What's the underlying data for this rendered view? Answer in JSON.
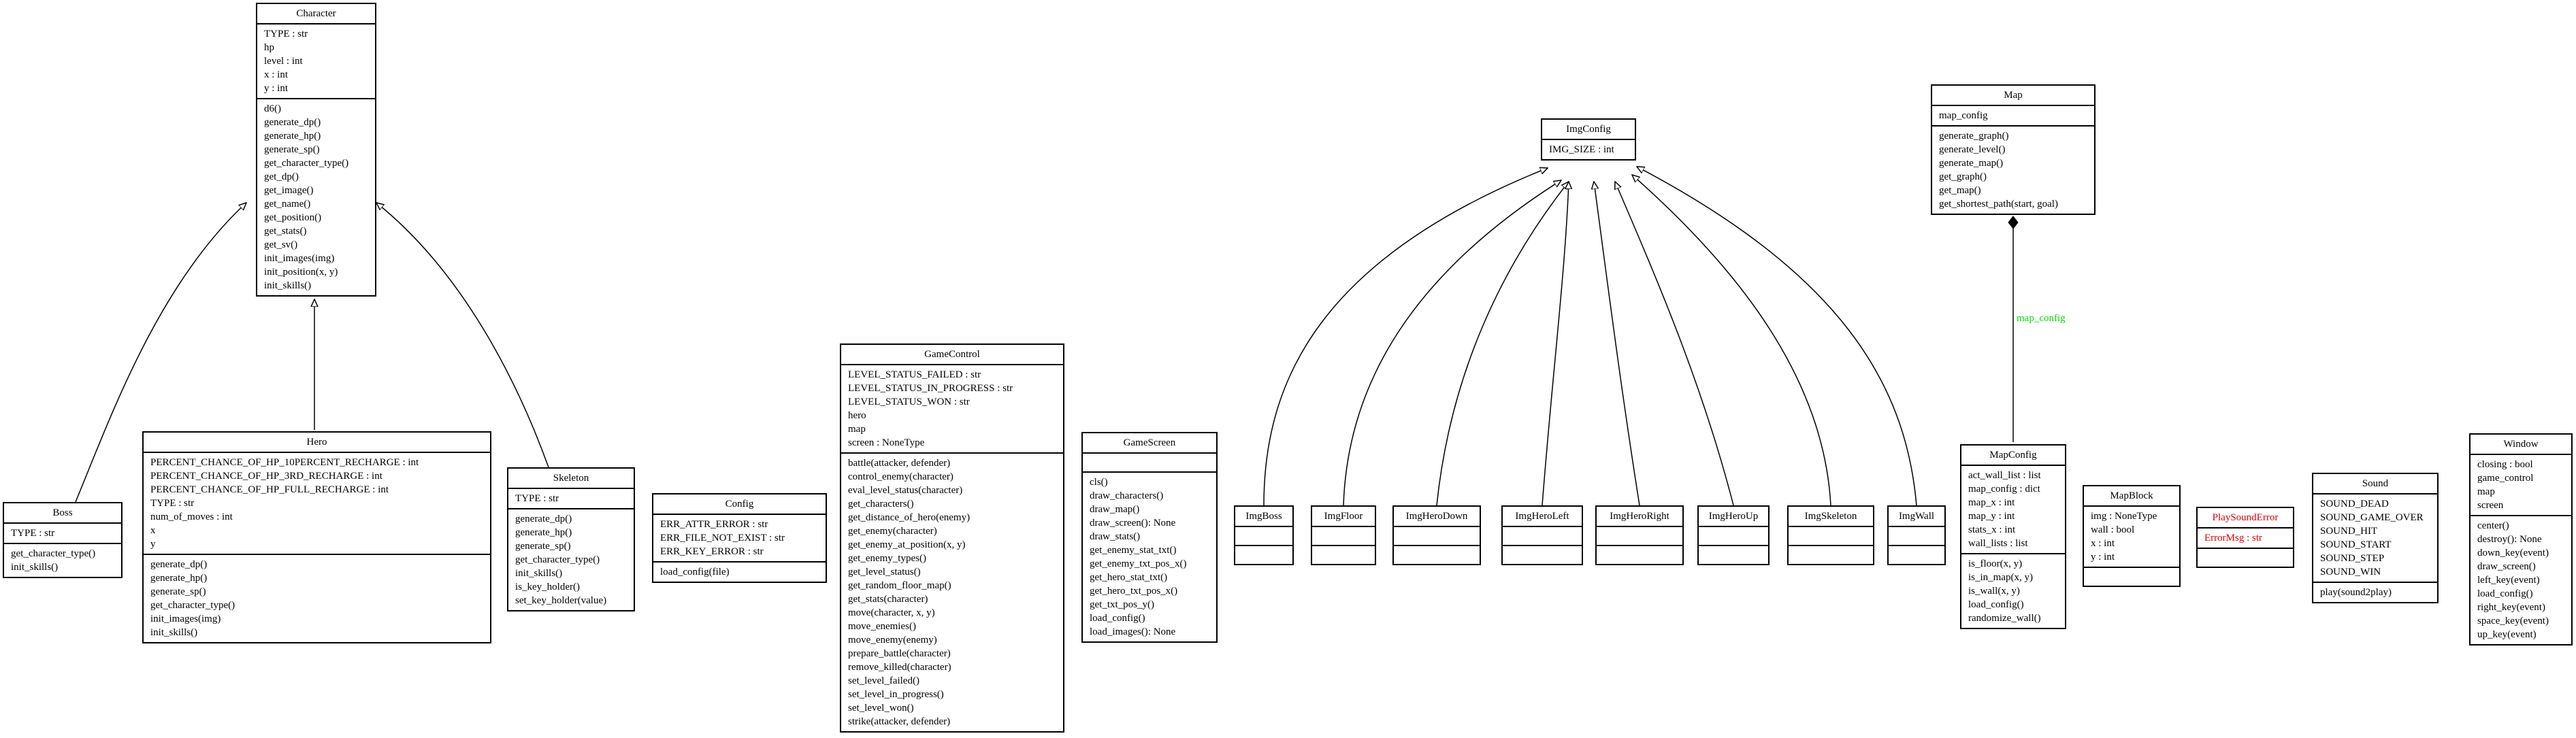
{
  "classes": {
    "character": {
      "name": "Character",
      "attributes": [
        "TYPE : str",
        "hp",
        "level : int",
        "x : int",
        "y : int"
      ],
      "methods": [
        "d6()",
        "generate_dp()",
        "generate_hp()",
        "generate_sp()",
        "get_character_type()",
        "get_dp()",
        "get_image()",
        "get_name()",
        "get_position()",
        "get_stats()",
        "get_sv()",
        "init_images(img)",
        "init_position(x, y)",
        "init_skills()"
      ]
    },
    "boss": {
      "name": "Boss",
      "attributes": [
        "TYPE : str"
      ],
      "methods": [
        "get_character_type()",
        "init_skills()"
      ]
    },
    "hero": {
      "name": "Hero",
      "attributes": [
        "PERCENT_CHANCE_OF_HP_10PERCENT_RECHARGE : int",
        "PERCENT_CHANCE_OF_HP_3RD_RECHARGE : int",
        "PERCENT_CHANCE_OF_HP_FULL_RECHARGE : int",
        "TYPE : str",
        "num_of_moves : int",
        "x",
        "y"
      ],
      "methods": [
        "generate_dp()",
        "generate_hp()",
        "generate_sp()",
        "get_character_type()",
        "init_images(img)",
        "init_skills()"
      ]
    },
    "skeleton": {
      "name": "Skeleton",
      "attributes": [
        "TYPE : str"
      ],
      "methods": [
        "generate_dp()",
        "generate_hp()",
        "generate_sp()",
        "get_character_type()",
        "init_skills()",
        "is_key_holder()",
        "set_key_holder(value)"
      ]
    },
    "config": {
      "name": "Config",
      "attributes": [
        "ERR_ATTR_ERROR : str",
        "ERR_FILE_NOT_EXIST : str",
        "ERR_KEY_ERROR : str"
      ],
      "methods": [
        "load_config(file)"
      ]
    },
    "gamecontrol": {
      "name": "GameControl",
      "attributes": [
        "LEVEL_STATUS_FAILED : str",
        "LEVEL_STATUS_IN_PROGRESS : str",
        "LEVEL_STATUS_WON : str",
        "hero",
        "map",
        "screen : NoneType"
      ],
      "methods": [
        "battle(attacker, defender)",
        "control_enemy(character)",
        "eval_level_status(character)",
        "get_characters()",
        "get_distance_of_hero(enemy)",
        "get_enemy(character)",
        "get_enemy_at_position(x, y)",
        "get_enemy_types()",
        "get_level_status()",
        "get_random_floor_map()",
        "get_stats(character)",
        "move(character, x, y)",
        "move_enemies()",
        "move_enemy(enemy)",
        "prepare_battle(character)",
        "remove_killed(character)",
        "set_level_failed()",
        "set_level_in_progress()",
        "set_level_won()",
        "strike(attacker, defender)"
      ]
    },
    "gamescreen": {
      "name": "GameScreen",
      "attributes": [],
      "methods": [
        "cls()",
        "draw_characters()",
        "draw_map()",
        "draw_screen(): None",
        "draw_stats()",
        "get_enemy_stat_txt()",
        "get_enemy_txt_pos_x()",
        "get_hero_stat_txt()",
        "get_hero_txt_pos_x()",
        "get_txt_pos_y()",
        "load_config()",
        "load_images(): None"
      ]
    },
    "imgboss": {
      "name": "ImgBoss",
      "attributes": [],
      "methods": []
    },
    "imgfloor": {
      "name": "ImgFloor",
      "attributes": [],
      "methods": []
    },
    "imgherodown": {
      "name": "ImgHeroDown",
      "attributes": [],
      "methods": []
    },
    "imgheroleft": {
      "name": "ImgHeroLeft",
      "attributes": [],
      "methods": []
    },
    "imgheroright": {
      "name": "ImgHeroRight",
      "attributes": [],
      "methods": []
    },
    "imgheroup": {
      "name": "ImgHeroUp",
      "attributes": [],
      "methods": []
    },
    "imgskeleton": {
      "name": "ImgSkeleton",
      "attributes": [],
      "methods": []
    },
    "imgwall": {
      "name": "ImgWall",
      "attributes": [],
      "methods": []
    },
    "imgconfig": {
      "name": "ImgConfig",
      "attributes": [
        "IMG_SIZE : int"
      ],
      "methods": []
    },
    "map": {
      "name": "Map",
      "attributes": [
        "map_config"
      ],
      "methods": [
        "generate_graph()",
        "generate_level()",
        "generate_map()",
        "get_graph()",
        "get_map()",
        "get_shortest_path(start, goal)"
      ]
    },
    "mapconfig": {
      "name": "MapConfig",
      "attributes": [
        "act_wall_list : list",
        "map_config : dict",
        "map_x : int",
        "map_y : int",
        "stats_x : int",
        "wall_lists : list"
      ],
      "methods": [
        "is_floor(x, y)",
        "is_in_map(x, y)",
        "is_wall(x, y)",
        "load_config()",
        "randomize_wall()"
      ]
    },
    "mapblock": {
      "name": "MapBlock",
      "attributes": [
        "img : NoneType",
        "wall : bool",
        "x : int",
        "y : int"
      ],
      "methods": []
    },
    "playsounderror": {
      "name": "PlaySoundError",
      "attributes": [
        "ErrorMsg : str"
      ],
      "methods": []
    },
    "sound": {
      "name": "Sound",
      "attributes": [
        "SOUND_DEAD",
        "SOUND_GAME_OVER",
        "SOUND_HIT",
        "SOUND_START",
        "SOUND_STEP",
        "SOUND_WIN"
      ],
      "methods": [
        "play(sound2play)"
      ]
    },
    "window": {
      "name": "Window",
      "attributes": [
        "closing : bool",
        "game_control",
        "map",
        "screen"
      ],
      "methods": [
        "center()",
        "destroy(): None",
        "down_key(event)",
        "draw_screen()",
        "left_key(event)",
        "load_config()",
        "right_key(event)",
        "space_key(event)",
        "up_key(event)"
      ]
    }
  },
  "edge_labels": {
    "map_config": "map_config"
  },
  "colors": {
    "error_class": "#e00000",
    "edge_label": "#00dd00",
    "line": "#000000"
  }
}
